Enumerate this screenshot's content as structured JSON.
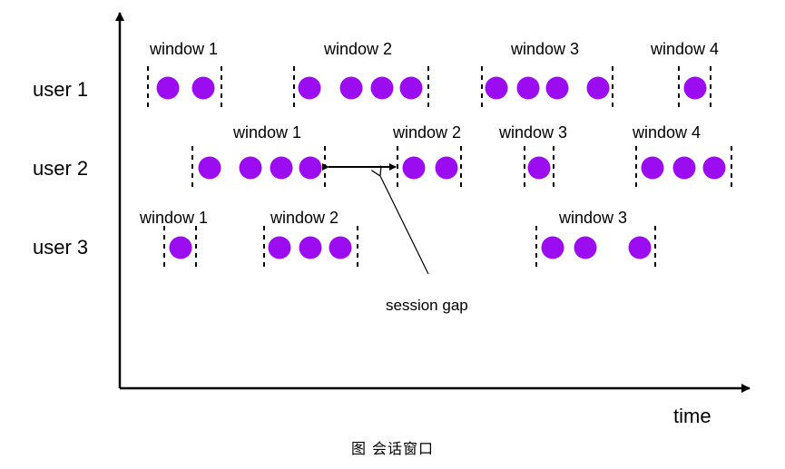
{
  "axis": {
    "x_label": "time"
  },
  "annotation": {
    "label": "session gap"
  },
  "caption": "图 会话窗口",
  "colors": {
    "dot": "#9b0df0",
    "line": "#000000"
  },
  "rows": [
    {
      "label": "user 1",
      "windows": [
        {
          "label": "window 1",
          "dots": 2
        },
        {
          "label": "window 2",
          "dots": 4
        },
        {
          "label": "window 3",
          "dots": 4
        },
        {
          "label": "window 4",
          "dots": 1
        }
      ]
    },
    {
      "label": "user 2",
      "windows": [
        {
          "label": "window 1",
          "dots": 4
        },
        {
          "label": "window 2",
          "dots": 2
        },
        {
          "label": "window 3",
          "dots": 1
        },
        {
          "label": "window 4",
          "dots": 3
        }
      ]
    },
    {
      "label": "user 3",
      "windows": [
        {
          "label": "window 1",
          "dots": 1
        },
        {
          "label": "window 2",
          "dots": 3
        },
        {
          "label": "window 3",
          "dots": 3
        }
      ]
    }
  ]
}
